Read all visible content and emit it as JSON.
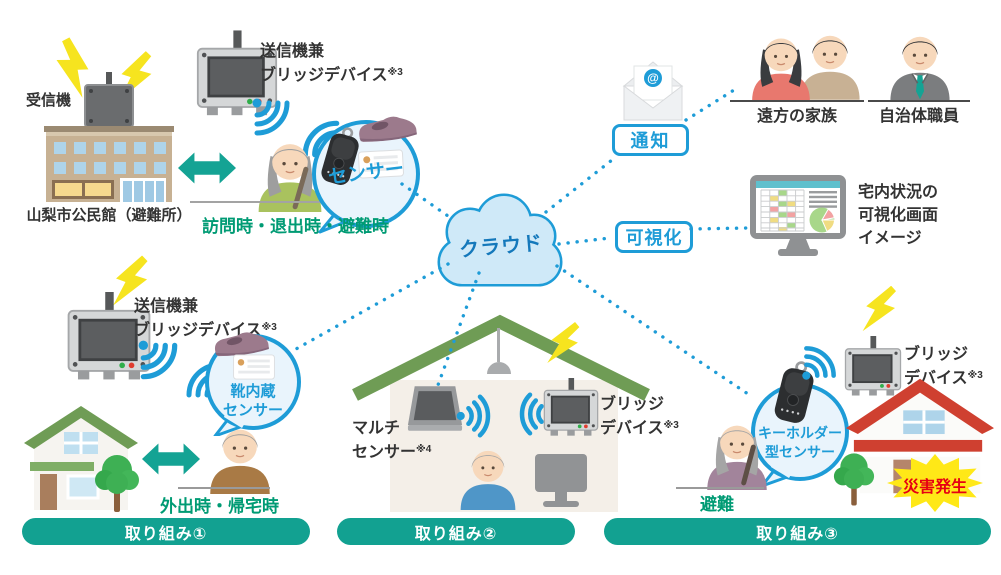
{
  "palette": {
    "accent_teal": "#12a191",
    "accent_blue": "#1e9cd7",
    "green_status_text": "#009b74",
    "alert_red": "#e60012",
    "lightning_yellow": "#f6e41f"
  },
  "shelter": {
    "receiver": "受信機",
    "building": "山梨市公民館（避難所）"
  },
  "visit": {
    "device_line1": "送信機兼",
    "device_line2": "ブリッジデバイス",
    "device_note": "※3",
    "sensor_bubble": "センサー",
    "timing": "訪問時・退出時・避難時"
  },
  "cloud": {
    "label": "クラウド"
  },
  "notify": {
    "label": "通知",
    "family": "遠方の家族",
    "official": "自治体職員"
  },
  "visualize": {
    "label": "可視化",
    "caption1": "宅内状況の",
    "caption2": "可視化画面",
    "caption3": "イメージ"
  },
  "initiative1": {
    "device_line1": "送信機兼",
    "device_line2": "ブリッジデバイス",
    "device_note": "※3",
    "bubble_line1": "靴内蔵",
    "bubble_line2": "センサー",
    "timing": "外出時・帰宅時",
    "banner": "取り組み①"
  },
  "initiative2": {
    "sensor_line1": "マルチ",
    "sensor_line2": "センサー",
    "sensor_note": "※4",
    "bridge_line1": "ブリッジ",
    "bridge_line2": "デバイス",
    "bridge_note": "※3",
    "banner": "取り組み②"
  },
  "initiative3": {
    "bubble_line1": "キーホルダー",
    "bubble_line2": "型センサー",
    "bridge_line1": "ブリッジ",
    "bridge_line2": "デバイス",
    "bridge_note": "※3",
    "evacuate": "避難",
    "disaster": "災害発生",
    "banner": "取り組み③"
  }
}
